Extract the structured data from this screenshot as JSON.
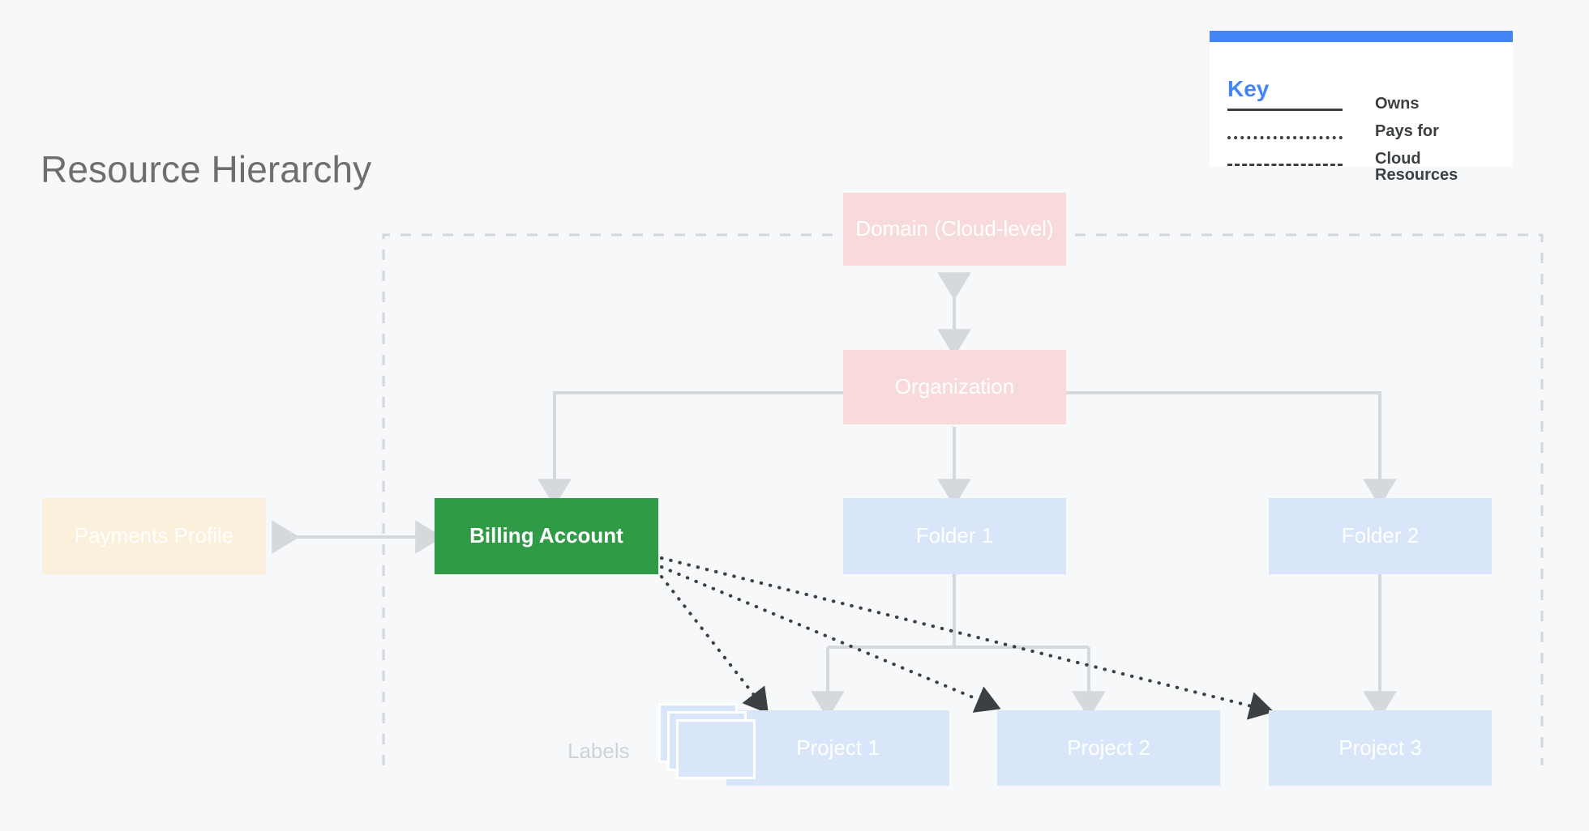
{
  "page": {
    "title": "Resource Hierarchy",
    "background_color": "#F6F8FA"
  },
  "key": {
    "title": "Key",
    "accent_color": "#4285F4",
    "items": [
      {
        "style": "solid",
        "label": "Owns"
      },
      {
        "style": "dotted",
        "label": "Pays for"
      },
      {
        "style": "dashed",
        "label": "Cloud Resources"
      }
    ]
  },
  "nodes": {
    "domain": {
      "label": "Domain (Cloud-level)",
      "color": "#F8DADA",
      "text_color": "#FFFFFF"
    },
    "organization": {
      "label": "Organization",
      "color": "#F8DADA",
      "text_color": "#FFFFFF"
    },
    "billing": {
      "label": "Billing Account",
      "color": "#309B47",
      "text_color": "#FFFFFF"
    },
    "payments": {
      "label": "Payments Profile",
      "color": "#FAF0DB",
      "text_color": "#FFFFFF"
    },
    "folder1": {
      "label": "Folder 1",
      "color": "#D9E6FA",
      "text_color": "#FFFFFF"
    },
    "folder2": {
      "label": "Folder 2",
      "color": "#D9E6FA",
      "text_color": "#FFFFFF"
    },
    "project1": {
      "label": "Project 1",
      "color": "#D9E6FA",
      "text_color": "#FFFFFF"
    },
    "project2": {
      "label": "Project 2",
      "color": "#D9E6FA",
      "text_color": "#FFFFFF"
    },
    "project3": {
      "label": "Project 3",
      "color": "#D9E6FA",
      "text_color": "#FFFFFF"
    }
  },
  "labels": {
    "caption": "Labels",
    "stack_count": 3
  },
  "edges": [
    {
      "from": "domain",
      "to": "organization",
      "style": "solid",
      "arrows": "both"
    },
    {
      "from": "organization",
      "to": "billing",
      "style": "solid",
      "arrows": "end"
    },
    {
      "from": "organization",
      "to": "folder1",
      "style": "solid",
      "arrows": "end"
    },
    {
      "from": "organization",
      "to": "folder2",
      "style": "solid",
      "arrows": "end"
    },
    {
      "from": "payments",
      "to": "billing",
      "style": "solid",
      "arrows": "both"
    },
    {
      "from": "folder1",
      "to": "project1",
      "style": "solid",
      "arrows": "end"
    },
    {
      "from": "folder1",
      "to": "project2",
      "style": "solid",
      "arrows": "end"
    },
    {
      "from": "folder2",
      "to": "project3",
      "style": "solid",
      "arrows": "end"
    },
    {
      "from": "billing",
      "to": "project1",
      "style": "dotted",
      "arrows": "end"
    },
    {
      "from": "billing",
      "to": "project2",
      "style": "dotted",
      "arrows": "end"
    },
    {
      "from": "billing",
      "to": "project3",
      "style": "dotted",
      "arrows": "end"
    }
  ],
  "boundary": {
    "name": "Cloud Resources",
    "style": "dashed",
    "color": "#D3D7DB"
  },
  "colors": {
    "wire": "#D5D8DC",
    "dotted_edge": "#3C4043",
    "title_text": "#6E6E6E",
    "label_text": "#CFD3D8"
  }
}
